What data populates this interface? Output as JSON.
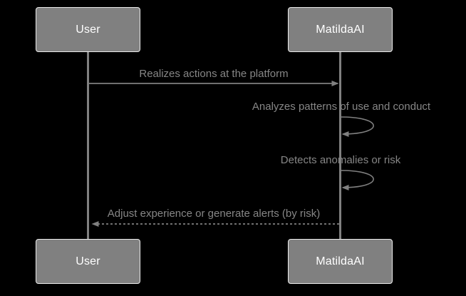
{
  "diagram": {
    "type": "sequence",
    "actors": [
      {
        "id": "user",
        "label": "User"
      },
      {
        "id": "matildaai",
        "label": "MatildaAI"
      }
    ],
    "messages": [
      {
        "from": "User",
        "to": "MatildaAI",
        "style": "solid-arrow",
        "label": "Realizes actions at the platform"
      },
      {
        "from": "MatildaAI",
        "to": "MatildaAI",
        "style": "self-loop",
        "label": "Analyzes patterns of use and conduct"
      },
      {
        "from": "MatildaAI",
        "to": "MatildaAI",
        "style": "self-loop",
        "label": "Detects anomalies or risk"
      },
      {
        "from": "MatildaAI",
        "to": "User",
        "style": "dashed-arrow",
        "label": "Adjust experience or generate alerts (by risk)"
      }
    ],
    "colors": {
      "background": "#000000",
      "actor_fill": "#808080",
      "actor_border": "#ececec",
      "actor_text": "#ffffff",
      "line": "#808080",
      "message_text": "#868686"
    }
  }
}
